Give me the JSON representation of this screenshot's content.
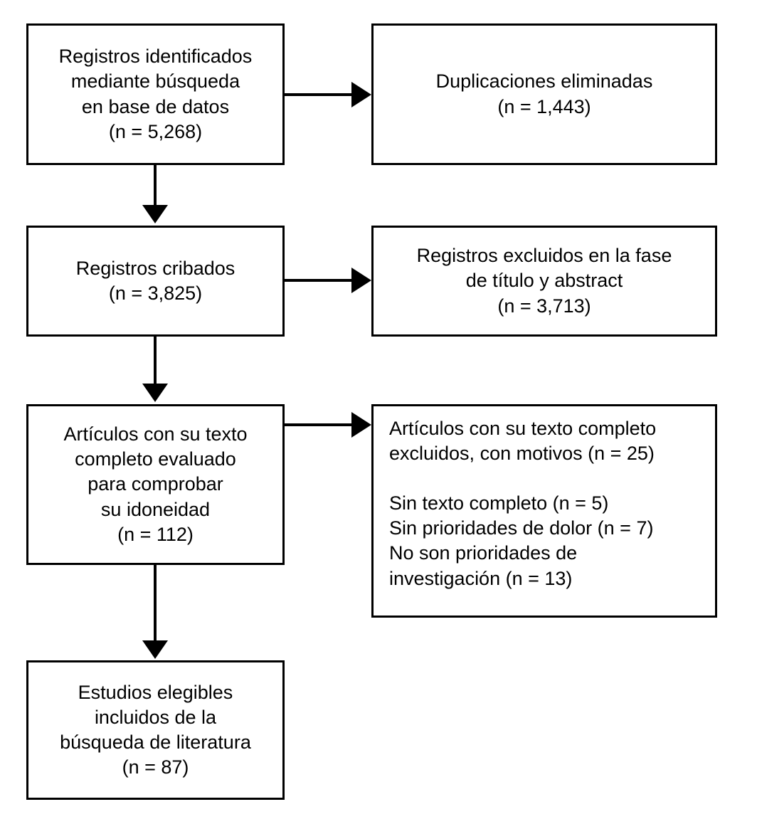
{
  "diagram": {
    "type": "prisma-flow-diagram",
    "language": "es",
    "background_color": "#ffffff",
    "line_color": "#000000",
    "text_color": "#000000"
  },
  "nodes": {
    "identified": {
      "label": "Registros identificados\nmediante búsqueda\nen base de datos\n(n = 5,268)",
      "count": "5,268",
      "align": "center"
    },
    "duplicates": {
      "label": "Duplicaciones eliminadas\n(n = 1,443)",
      "count": "1,443",
      "align": "center"
    },
    "screened": {
      "label": "Registros cribados\n(n = 3,825)",
      "count": "3,825",
      "align": "center"
    },
    "excluded_title_abstract": {
      "label": "Registros excluidos en la fase\nde título y abstract\n(n = 3,713)",
      "count": "3,713",
      "align": "center"
    },
    "fulltext_assessed": {
      "label": "Artículos con su texto\ncompleto evaluado\npara comprobar\nsu idoneidad\n(n = 112)",
      "count": "112",
      "align": "center"
    },
    "excluded_fulltext": {
      "label": "Artículos con su texto completo\nexcluidos, con motivos (n = 25)\n\nSin texto completo (n = 5)\nSin prioridades de dolor (n = 7)\nNo son prioridades de\ninvestigación (n = 13)",
      "count": "25",
      "reasons": [
        {
          "label": "Sin texto completo (n = 5)",
          "count": "5"
        },
        {
          "label": "Sin prioridades de dolor (n = 7)",
          "count": "7"
        },
        {
          "label": "No son prioridades de investigación (n = 13)",
          "count": "13"
        }
      ],
      "align": "left"
    },
    "included": {
      "label": "Estudios elegibles\nincluidos de la\nbúsqueda de literatura\n(n = 87)",
      "count": "87",
      "align": "center"
    }
  },
  "connectors": [
    {
      "name": "identified-to-screened",
      "direction": "down"
    },
    {
      "name": "identified-to-duplicates",
      "direction": "right"
    },
    {
      "name": "screened-to-fulltext",
      "direction": "down"
    },
    {
      "name": "screened-to-excluded-title-abstract",
      "direction": "right"
    },
    {
      "name": "fulltext-to-included",
      "direction": "down"
    },
    {
      "name": "fulltext-to-excluded-fulltext",
      "direction": "right"
    }
  ]
}
